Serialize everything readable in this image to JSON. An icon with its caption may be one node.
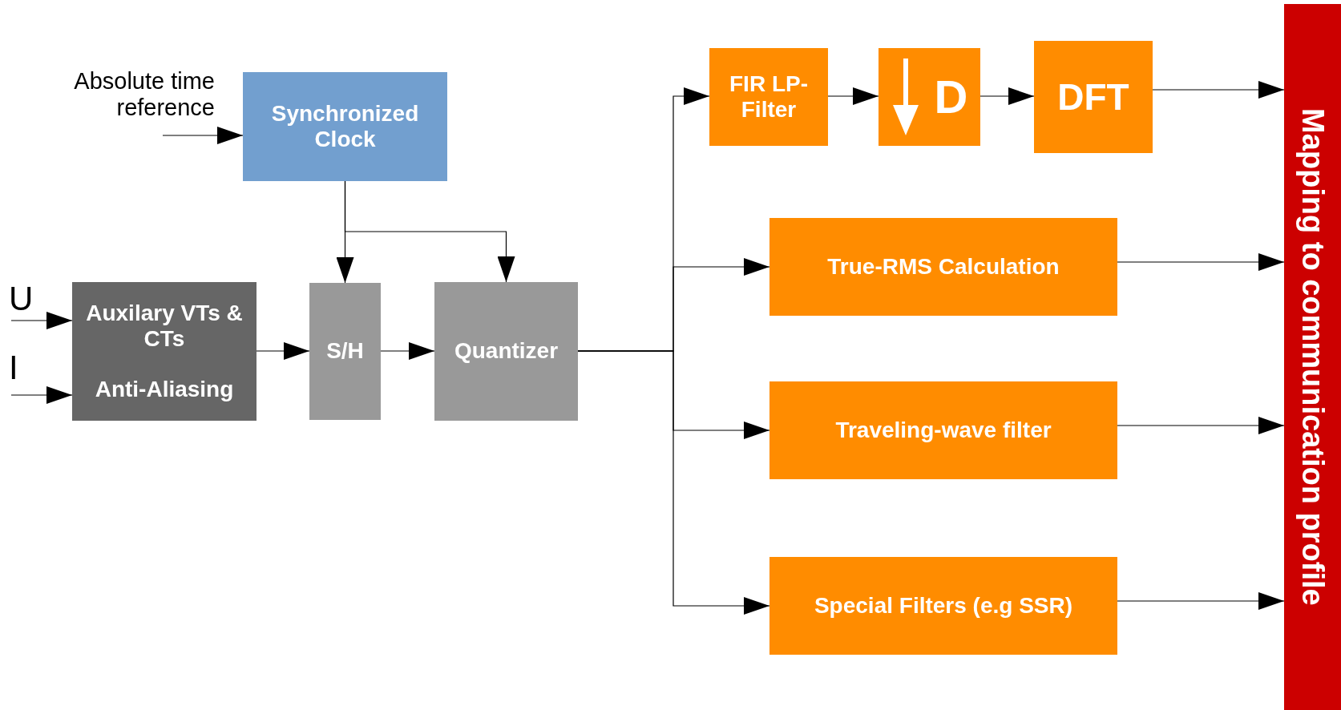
{
  "diagram": {
    "nodes": [
      {
        "text": [
          "Absolute time reference"
        ]
      },
      {
        "text": [
          "Synchronized Clock"
        ]
      },
      {
        "text": [
          "U"
        ]
      },
      {
        "text": [
          "I"
        ]
      },
      {
        "text": [
          "Auxilary VTs & CTs",
          "Anti-Aliasing"
        ]
      },
      {
        "text": [
          "S/H"
        ]
      },
      {
        "text": [
          "Quantizer"
        ]
      },
      {
        "text": [
          "FIR LP-Filter"
        ]
      },
      {
        "text": [
          "D"
        ]
      },
      {
        "text": [
          "DFT"
        ]
      },
      {
        "text": [
          "True-RMS Calculation"
        ]
      },
      {
        "text": [
          "Traveling-wave filter"
        ]
      },
      {
        "text": [
          "Special Filters (e.g SSR)"
        ]
      },
      {
        "text": [
          "Mapping to communication profile"
        ]
      }
    ],
    "edges": [
      {
        "from": 0,
        "to": 1,
        "arrow": "to"
      },
      {
        "from": 1,
        "to": 5,
        "arrow": "to"
      },
      {
        "from": 1,
        "to": 6,
        "arrow": "to"
      },
      {
        "from": 2,
        "to": 4,
        "arrow": "to"
      },
      {
        "from": 3,
        "to": 4,
        "arrow": "to"
      },
      {
        "from": 4,
        "to": 5,
        "arrow": "to"
      },
      {
        "from": 5,
        "to": 6,
        "arrow": "to"
      },
      {
        "from": 6,
        "to": 7,
        "arrow": "to"
      },
      {
        "from": 6,
        "to": 10,
        "arrow": "to"
      },
      {
        "from": 6,
        "to": 11,
        "arrow": "to"
      },
      {
        "from": 6,
        "to": 12,
        "arrow": "to"
      },
      {
        "from": 7,
        "to": 8,
        "arrow": "to"
      },
      {
        "from": 8,
        "to": 9,
        "arrow": "to"
      },
      {
        "from": 9,
        "to": 13,
        "arrow": "to"
      },
      {
        "from": 10,
        "to": 13,
        "arrow": "to"
      },
      {
        "from": 11,
        "to": 13,
        "arrow": "to"
      },
      {
        "from": 12,
        "to": 13,
        "arrow": "to"
      }
    ]
  }
}
